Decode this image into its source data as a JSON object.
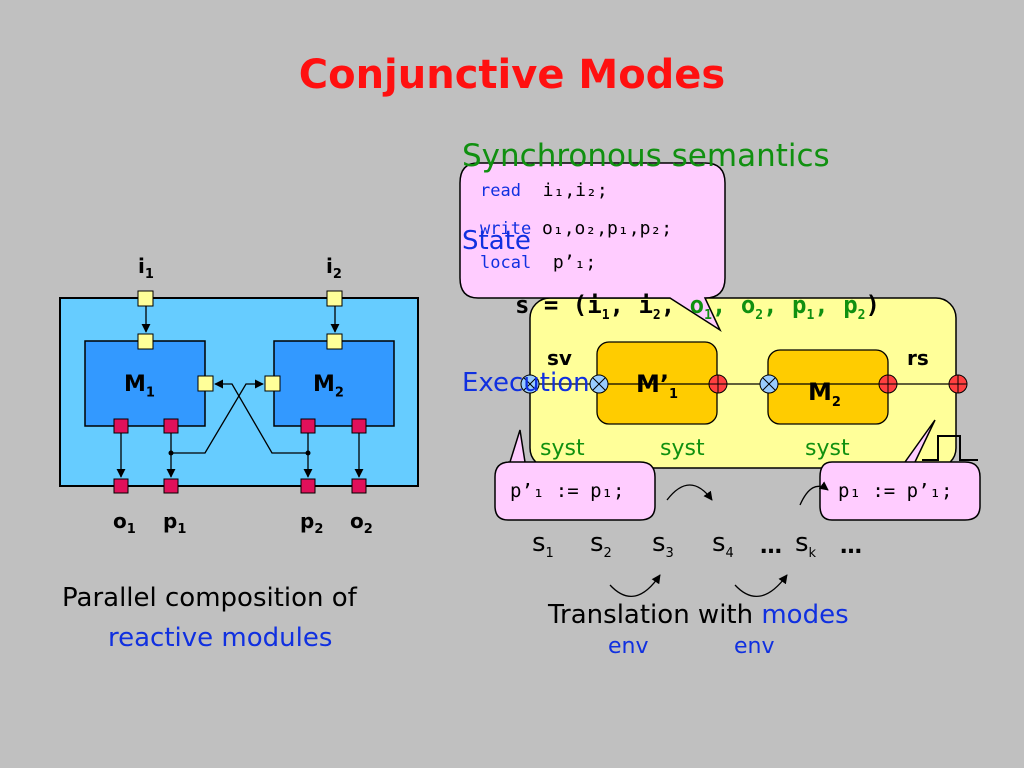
{
  "title": "Conjunctive Modes",
  "left": {
    "inputs": [
      {
        "main": "i",
        "sub": "1"
      },
      {
        "main": "i",
        "sub": "2"
      }
    ],
    "modules": [
      {
        "main": "M",
        "sub": "1"
      },
      {
        "main": "M",
        "sub": "2"
      }
    ],
    "outputs": [
      {
        "main": "o",
        "sub": "1"
      },
      {
        "main": "p",
        "sub": "1"
      },
      {
        "main": "p",
        "sub": "2"
      },
      {
        "main": "o",
        "sub": "2"
      }
    ],
    "caption_line1": "Parallel composition of",
    "caption_line2": "reactive modules"
  },
  "right": {
    "heading": "Synchronous semantics",
    "state_label": "State",
    "state_eq_prefix": "s = (i",
    "state_eq": {
      "s": "s",
      "i1": "i",
      "i2": "i",
      "o1": "o",
      "o2": "o",
      "p1": "p",
      "p2": "p"
    },
    "execution_label": "Execution",
    "sv_label": "sv",
    "rs_label": "rs",
    "mode1": {
      "main": "M’",
      "sub": "1"
    },
    "mode2": {
      "main": "M",
      "sub": "2"
    },
    "syst_labels": [
      "syst",
      "syst",
      "syst"
    ],
    "callout_decl": {
      "read_kw": "read",
      "read_val": "i₁,i₂;",
      "write_kw": "write",
      "write_val": "o₁,o₂,p₁,p₂;",
      "local_kw": "local",
      "local_val": "p’₁;"
    },
    "callout_left": "p’₁ := p₁;",
    "callout_right": "p₁ := p’₁;",
    "sequence": [
      {
        "main": "s",
        "sub": "1"
      },
      {
        "main": "s",
        "sub": "2"
      },
      {
        "main": "s",
        "sub": "3"
      },
      {
        "main": "s",
        "sub": "4"
      },
      {
        "main": "s",
        "sub": "k"
      }
    ],
    "ellipsis": "…",
    "env_labels": [
      "env",
      "env"
    ],
    "caption_prefix": "Translation with",
    "caption_highlight": "modes"
  },
  "colors": {
    "title": "#ff1010",
    "outer_box": "#66ccff",
    "module": "#3399ff",
    "mode_box": "#ffcc00",
    "exec_box": "#ffff99",
    "callout": "#ffccff",
    "input_port": "#ffff99",
    "output_port": "#e0105a",
    "green": "#109010",
    "blue": "#1030e0"
  }
}
